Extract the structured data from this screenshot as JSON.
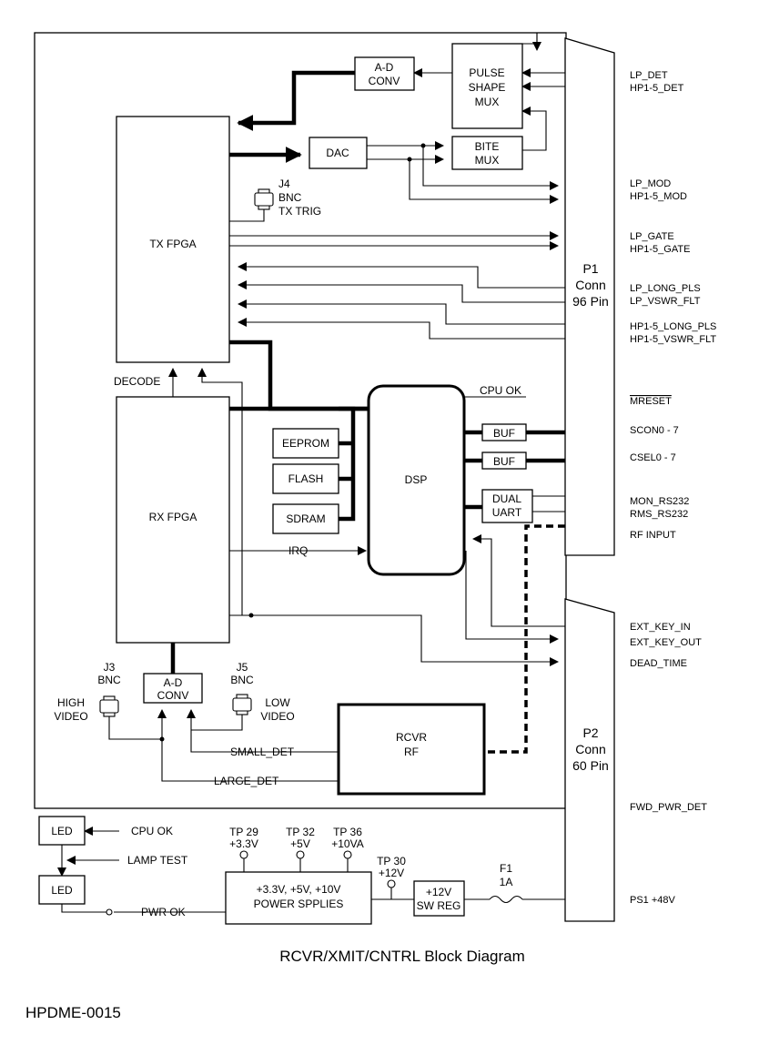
{
  "blocks": {
    "pulse_mux": [
      "PULSE",
      "SHAPE",
      "MUX"
    ],
    "ad_top": [
      "A-D",
      "CONV"
    ],
    "dac": "DAC",
    "bite_mux": [
      "BITE",
      "MUX"
    ],
    "tx_fpga": "TX FPGA",
    "rx_fpga": "RX FPGA",
    "dsp": "DSP",
    "eeprom": "EEPROM",
    "flash": "FLASH",
    "sdram": "SDRAM",
    "buf1": "BUF",
    "buf2": "BUF",
    "dual_uart": [
      "DUAL",
      "UART"
    ],
    "ad_bottom": [
      "A-D",
      "CONV"
    ],
    "rcvr_rf": [
      "RCVR",
      "RF"
    ],
    "p1": [
      "P1",
      "Conn",
      "96 Pin"
    ],
    "p2": [
      "P2",
      "Conn",
      "60 Pin"
    ],
    "led_top": "LED",
    "led_bottom": "LED",
    "power": [
      "+3.3V, +5V, +10V",
      "POWER SPPLIES"
    ],
    "sw_reg": [
      "+12V",
      "SW REG"
    ]
  },
  "connectors": {
    "j4": [
      "J4",
      "BNC",
      "TX TRIG"
    ],
    "j3": [
      "J3",
      "BNC"
    ],
    "j3_label": [
      "HIGH",
      "VIDEO"
    ],
    "j5": [
      "J5",
      "BNC"
    ],
    "j5_label": [
      "LOW",
      "VIDEO"
    ]
  },
  "signals": {
    "decode": "DECODE",
    "cpu_ok_dsp": "CPU OK",
    "irq": "IRQ",
    "small_det": "SMALL_DET",
    "large_det": "LARGE_DET",
    "cpu_ok_led": "CPU OK",
    "lamp_test": "LAMP TEST",
    "pwr_ok": "PWR OK"
  },
  "p1_pins": [
    "LP_DET",
    "HP1-5_DET",
    "LP_MOD",
    "HP1-5_MOD",
    "LP_GATE",
    "HP1-5_GATE",
    "LP_LONG_PLS",
    "LP_VSWR_FLT",
    "HP1-5_LONG_PLS",
    "HP1-5_VSWR_FLT",
    "MRESET",
    "SCON0 - 7",
    "CSEL0 - 7",
    "MON_RS232",
    "RMS_RS232",
    "RF INPUT"
  ],
  "p2_pins": [
    "EXT_KEY_IN",
    "EXT_KEY_OUT",
    "DEAD_TIME",
    "FWD_PWR_DET",
    "PS1 +48V"
  ],
  "test_points": [
    {
      "name": "TP 29",
      "voltage": "+3.3V"
    },
    {
      "name": "TP 32",
      "voltage": "+5V"
    },
    {
      "name": "TP 36",
      "voltage": "+10VA"
    },
    {
      "name": "TP 30",
      "voltage": "+12V"
    }
  ],
  "fuse": {
    "name": "F1",
    "rating": "1A"
  },
  "caption": "RCVR/XMIT/CNTRL Block Diagram",
  "figure_id": "HPDME-0015"
}
